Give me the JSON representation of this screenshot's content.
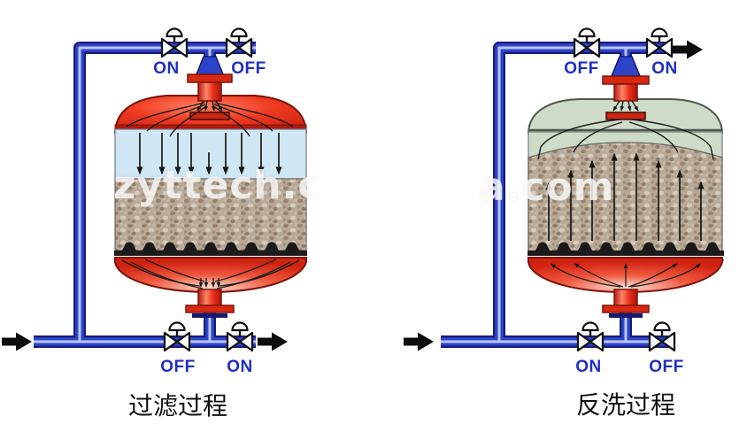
{
  "figure": {
    "watermark_left_fragment": "zyttech.c",
    "watermark_right_fragment": "a.com"
  },
  "left_diagram": {
    "caption": "过滤过程",
    "top_left_valve": "ON",
    "top_right_valve": "OFF",
    "bottom_left_valve": "OFF",
    "bottom_right_valve": "ON"
  },
  "right_diagram": {
    "caption": "反洗过程",
    "top_left_valve": "OFF",
    "top_right_valve": "ON",
    "bottom_left_valve": "ON",
    "bottom_right_valve": "OFF"
  },
  "colors": {
    "pipe_blue": "#2e44c8",
    "pipe_dark": "#161b76",
    "pipe_highlight": "#b9c6fa",
    "valve_label_blue": "#1f2fc0",
    "tank_red": "#ee3a20",
    "tank_red_dark": "#7a150a",
    "water_blue": "#cfe6f4",
    "media_tan": "#b8a997",
    "backwash_green": "#cddbc7",
    "flow_arrow_black": "#0d0d0d"
  },
  "icons": {
    "valve": "gate-valve-icon",
    "flow_arrow": "flow-arrow-icon",
    "nozzle": "filter-nozzle-icon"
  }
}
